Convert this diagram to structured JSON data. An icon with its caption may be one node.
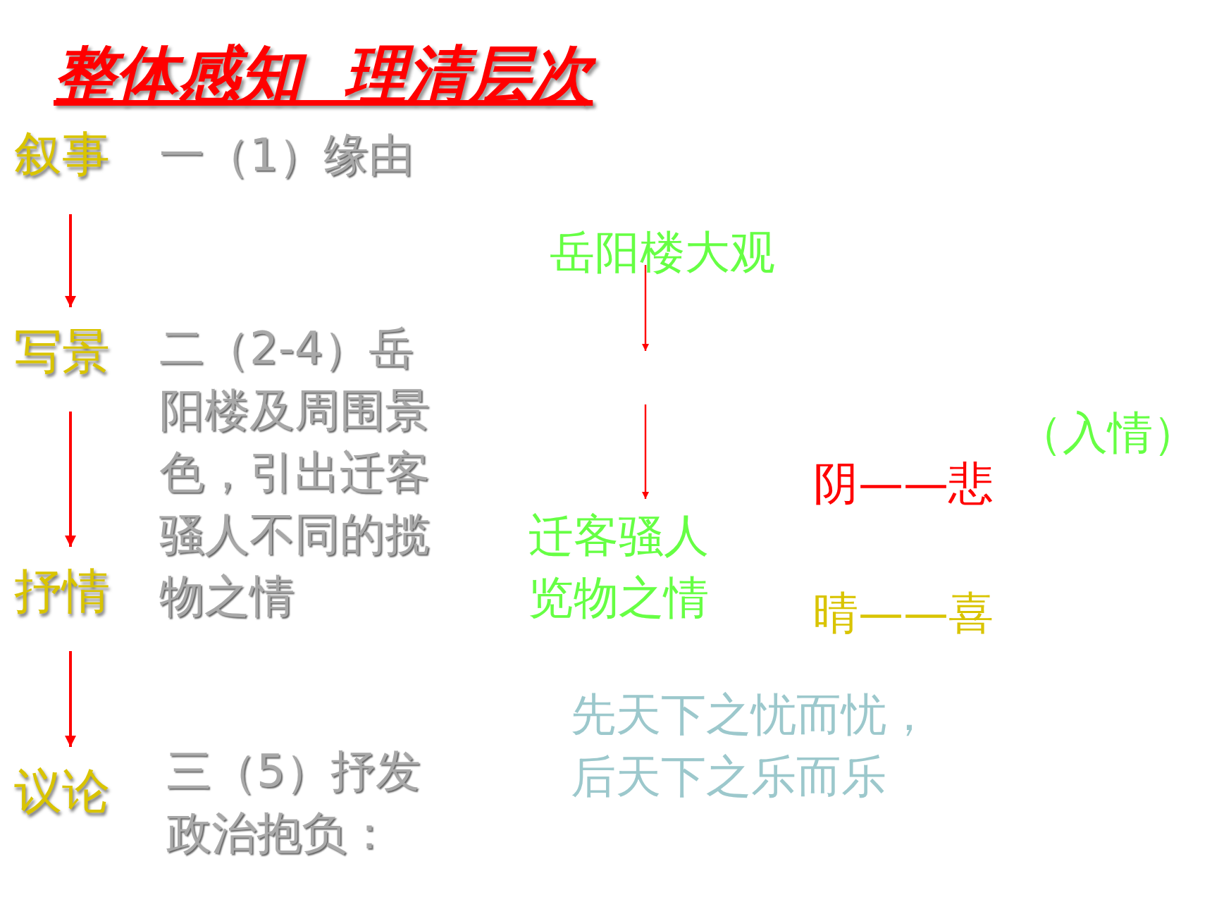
{
  "diagram": {
    "title": "整体感知  理清层次",
    "nodes": [
      {
        "text": [
          "叙事"
        ]
      },
      {
        "text": [
          "写景"
        ]
      },
      {
        "text": [
          "抒情"
        ]
      },
      {
        "text": [
          "议论"
        ]
      },
      {
        "text": [
          "岳阳楼大观"
        ]
      },
      {
        "text": [
          "迁客骚人览物之情"
        ]
      }
    ],
    "edges": [
      {
        "from": 0,
        "to": 1,
        "arrow": "to"
      },
      {
        "from": 1,
        "to": 2,
        "arrow": "to"
      },
      {
        "from": 2,
        "to": 3,
        "arrow": "to"
      },
      {
        "from": 4,
        "to": null,
        "arrow": "to"
      },
      {
        "from": null,
        "to": 5,
        "arrow": "to"
      }
    ],
    "labels": [
      "一（1）缘由",
      "二（2-4）岳阳楼及周围景色，引出迁客骚人不同的揽物之情",
      "（入情）",
      "阴——悲",
      "晴——喜",
      "三（5）抒发政治抱负：",
      "先天下之忧而忧，后天下之乐而乐"
    ]
  }
}
